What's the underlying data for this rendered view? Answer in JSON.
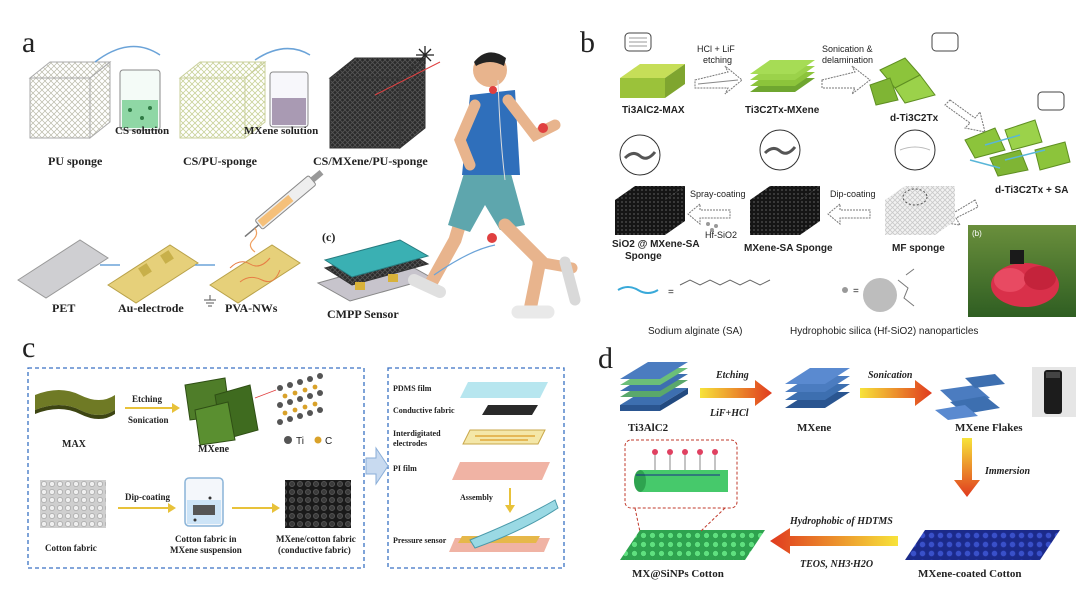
{
  "panel_a": {
    "letter": "a",
    "pu_sponge": "PU sponge",
    "cs_solution": "CS solution",
    "cs_pu_sponge": "CS/PU-sponge",
    "mxene_solution": "MXene solution",
    "cs_mxene_pu_sponge": "CS/MXene/PU-sponge",
    "pet": "PET",
    "au_electrode": "Au-electrode",
    "pva_nws": "PVA-NWs",
    "cmpp_sensor": "CMPP Sensor",
    "inset_c": "(c)"
  },
  "panel_b": {
    "letter": "b",
    "step1": [
      "HCl + LiF",
      "etching"
    ],
    "step2": [
      "Sonication &",
      "delamination"
    ],
    "max": "Ti3AlC2-MAX",
    "mxene": "Ti3C2Tx-MXene",
    "d_ti": "d-Ti3C2Tx",
    "d_ti_sa": "d-Ti3C2Tx + SA",
    "spray": "Spray-coating",
    "hf_sio2": "Hf-SiO2",
    "dip": "Dip-coating",
    "sio2_sponge": [
      "SiO2 @ MXene-SA",
      "Sponge"
    ],
    "mxene_sa_sponge": "MXene-SA Sponge",
    "mf_sponge": "MF sponge",
    "photo_label": "(b)",
    "legend_sa": "Sodium alginate (SA)",
    "legend_silica": "Hydrophobic silica (Hf-SiO2) nanoparticles",
    "eq": "="
  },
  "panel_c": {
    "letter": "c",
    "etching": "Etching",
    "sonication": "Sonication",
    "max": "MAX",
    "mxene": "MXene",
    "ti": "Ti",
    "c": "C",
    "cotton": "Cotton fabric",
    "dip": "Dip-coating",
    "cotton_in": [
      "Cotton fabric in",
      "MXene suspension"
    ],
    "mxene_cotton": [
      "MXene/cotton fabric",
      "(conductive fabric)"
    ],
    "pdms": "PDMS film",
    "conductive_fabric": "Conductive fabric",
    "interdigitated": [
      "Interdigitated",
      "electrodes"
    ],
    "pi_film": "PI film",
    "assembly": "Assembly",
    "pressure_sensor": "Pressure sensor"
  },
  "panel_d": {
    "letter": "d",
    "etching": "Etching",
    "lif": "LiF+HCl",
    "sonication": "Sonication",
    "ti3alc2": "Ti3AlC2",
    "mxene": "MXene",
    "flakes": "MXene Flakes",
    "immersion": "Immersion",
    "hydrophobic": "Hydrophobic of HDTMS",
    "teos": "TEOS, NH3·H2O",
    "mx_cotton": "MX@SiNPs Cotton",
    "mxene_cotton": "MXene-coated Cotton"
  },
  "colors": {
    "mxene_green": "#7cc043",
    "dark": "#222222",
    "arrow_orange": "#e87722",
    "dashed_blue": "#3a72c4",
    "blue_layer": "#3d6fb0",
    "cotton_blue": "#2a3fae",
    "cotton_green": "#46c96b",
    "flower_red": "#d9304a"
  }
}
